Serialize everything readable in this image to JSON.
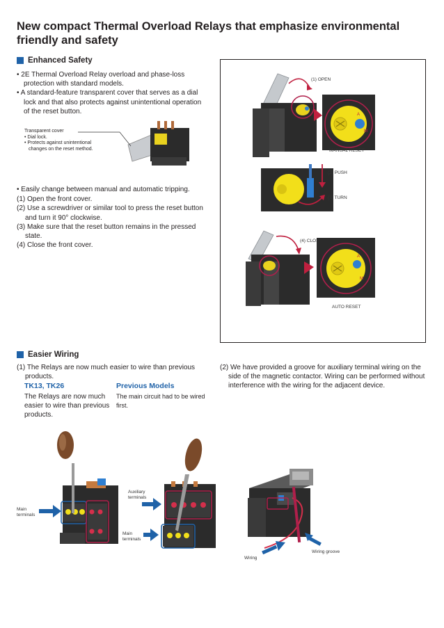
{
  "title": "New compact Thermal Overload Relays that emphasize environmental friendly and safety",
  "enhanced": {
    "heading": "Enhanced Safety",
    "bullet1": "• 2E Thermal Overload Relay overload and phase-loss protection with standard models.",
    "bullet2": "• A standard-feature transparent cover that serves as a dial lock and that also protects against unintentional operation of the reset button.",
    "callout": {
      "line1": "Transparent cover",
      "line2": "• Dial lock.",
      "line3": "• Protects against unintentional changes on the reset method."
    },
    "bullet3": "• Easily change between manual and automatic tripping.",
    "steps": [
      "(1) Open the front cover.",
      "(2) Use a screwdriver or similar tool to press the reset button and turn it 90° clockwise.",
      "(3) Make sure that the reset button remains in the pressed state.",
      "(4) Close the front cover."
    ]
  },
  "figure": {
    "open": "(1) OPEN",
    "manual_reset": "MANUAL RESET",
    "push": "(2) PUSH",
    "turn": "(3) TURN",
    "close": "(4) CLOSE",
    "auto_reset": "AUTO RESET",
    "dial_a": "A",
    "dial_m": "M"
  },
  "wiring": {
    "heading": "Easier Wiring",
    "point1": "(1) The Relays are now much easier to wire than previous products.",
    "new_title": "TK13, TK26",
    "new_text": "The Relays are now much easier to wire than previous products.",
    "prev_title": "Previous Models",
    "prev_text": "The main circuit had to be wired first.",
    "point2": "(2) We have provided a groove for auxiliary terminal wiring on the side of the magnetic contactor. Wiring can be performed without interference with the wiring for the adjacent device.",
    "labels": {
      "main_terminals_left": "Main terminals",
      "auxiliary_terminals": "Auxiliary terminals",
      "main_terminals_mid": "Main terminals",
      "wiring": "Wiring",
      "wiring_groove": "Wiring groove"
    }
  },
  "colors": {
    "accent": "#1f62a8",
    "frame": "#b01f4b",
    "arrow_red": "#c0203f",
    "dial_yellow": "#f2df1a",
    "device_black": "#2b2b2b"
  }
}
